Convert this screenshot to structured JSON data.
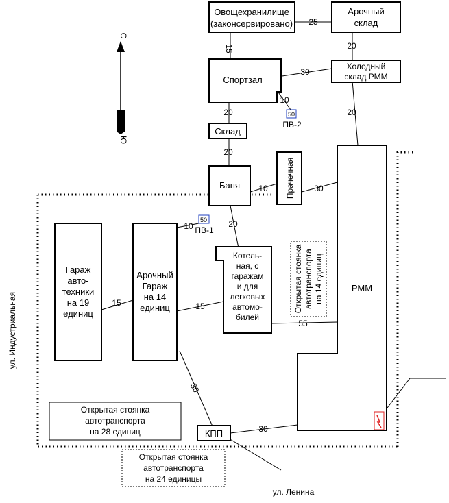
{
  "compass": {
    "north": "С",
    "south": "Ю"
  },
  "buildings": {
    "ovoshch_1": "Овощехранилище",
    "ovoshch_2": "(законсервировано)",
    "arch_storage_1": "Арочный",
    "arch_storage_2": "склад",
    "cold_storage_1": "Холодный",
    "cold_storage_2": "склад РММ",
    "gym": "Спортзал",
    "warehouse": "Склад",
    "bath": "Баня",
    "laundry": "Прачечная",
    "rmm": "РММ",
    "boiler": [
      "Котель-",
      "ная, с",
      "гаражам",
      "и для",
      "легковых",
      "автомо-",
      "билей"
    ],
    "garage_tech": [
      "Гараж",
      "авто-",
      "техники",
      "на 19",
      "единиц"
    ],
    "arch_garage": [
      "Арочный",
      "Гараж",
      "на 14",
      "единиц"
    ],
    "kpp": "КПП"
  },
  "parking": {
    "p14": [
      "Открытая стоянка",
      "автотранспорта",
      "на 14 единиц"
    ],
    "p28": [
      "Открытая стоянка",
      "автотранспорта",
      "на 28 единиц"
    ],
    "p24": [
      "Открытая стоянка",
      "автотранспорта",
      "на 24 единицы"
    ]
  },
  "distances": {
    "ovoshch_arch": "25",
    "ovoshch_gym": "15",
    "arch_cold": "20",
    "gym_cold": "30",
    "cold_rmm": "20",
    "gym_pv2": "10",
    "gym_warehouse": "20",
    "warehouse_bath": "20",
    "bath_laundry": "10",
    "laundry_rmm": "30",
    "bath_boiler": "20",
    "pv1_garage": "10",
    "garage_tech_arch": "15",
    "arch_boiler": "15",
    "boiler_rmm": "55",
    "arch_kpp": "30",
    "kpp_rmm": "30"
  },
  "hydrants": {
    "pv1_num": "50",
    "pv1_label": "ПВ-1",
    "pv2_num": "50",
    "pv2_label": "ПВ-2"
  },
  "streets": {
    "industrial": "ул. Индустриальная",
    "lenina": "ул. Ленина"
  },
  "colors": {
    "hydrant_border": "#1f3fbf",
    "fire_mark": "#e02020"
  }
}
